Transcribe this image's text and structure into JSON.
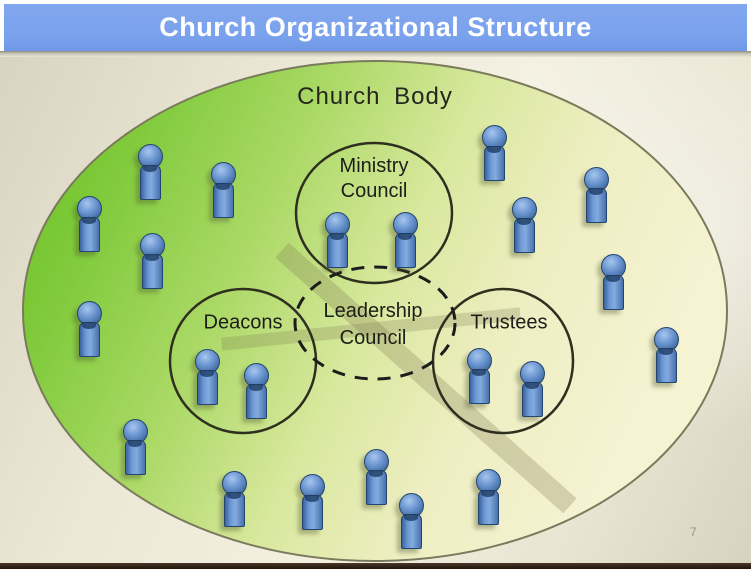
{
  "header": {
    "title": "Church Organizational Structure",
    "bg_color": "#7aa1ec",
    "text_color": "#ffffff"
  },
  "diagram": {
    "church_body": {
      "label": "Church Body",
      "member_count": 16
    },
    "groups": [
      {
        "id": "ministry-council",
        "label": "Ministry Council",
        "label_lines": [
          "Ministry",
          "Council"
        ],
        "border": "solid",
        "member_count": 2
      },
      {
        "id": "deacons",
        "label": "Deacons",
        "label_lines": [
          "Deacons"
        ],
        "border": "solid",
        "member_count": 2
      },
      {
        "id": "leadership-council",
        "label": "Leadership Council",
        "label_lines": [
          "Leadership",
          "Council"
        ],
        "border": "dashed",
        "member_count": 0
      },
      {
        "id": "trustees",
        "label": "Trustees",
        "label_lines": [
          "Trustees"
        ],
        "border": "solid",
        "member_count": 2
      }
    ],
    "colors": {
      "ellipse_green": "#6cc226",
      "ellipse_pale": "#f5f3d2",
      "circle_stroke": "#2f2f20",
      "person_blue": "#4a7fc1",
      "cross_beam": "#7d7850"
    }
  },
  "slide_number": "7"
}
